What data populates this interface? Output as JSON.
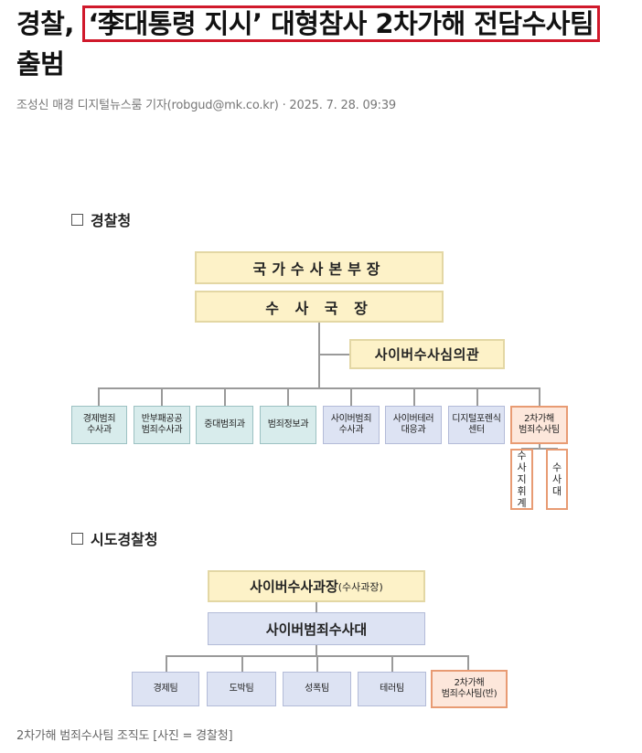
{
  "headline": {
    "prefix": "경찰, ",
    "highlight": "‘李대통령 지시’ 대형참사 2차가해 전담수사팀",
    "suffix": " 출범"
  },
  "byline": "조성신 매경 디지털뉴스룸 기자(robgud@mk.co.kr) · 2025. 7. 28. 09:39",
  "chart1": {
    "title": "경찰청",
    "top": "국가수사본부장",
    "second": "수 사 국 장",
    "side": "사이버수사심의관",
    "units": [
      "경제범죄\n수사과",
      "반부패공공\n범죄수사과",
      "중대범죄과",
      "범죄정보과",
      "사이버범죄\n수사과",
      "사이버테러\n대응과",
      "디지털포렌식\n센터",
      "2차가해\n범죄수사팀"
    ],
    "sub_units": [
      "수\n사\n지\n휘\n계",
      "수\n사\n대"
    ]
  },
  "chart2": {
    "title": "시도경찰청",
    "top_main": "사이버수사과장",
    "top_paren": "(수사과장)",
    "second": "사이버범죄수사대",
    "teams": [
      "경제팀",
      "도박팀",
      "성폭팀",
      "테러팀",
      "2차가해\n범죄수사팀(반)"
    ]
  },
  "caption": "2차가해 범죄수사팀 조직도 [사진 = 경찰청]"
}
